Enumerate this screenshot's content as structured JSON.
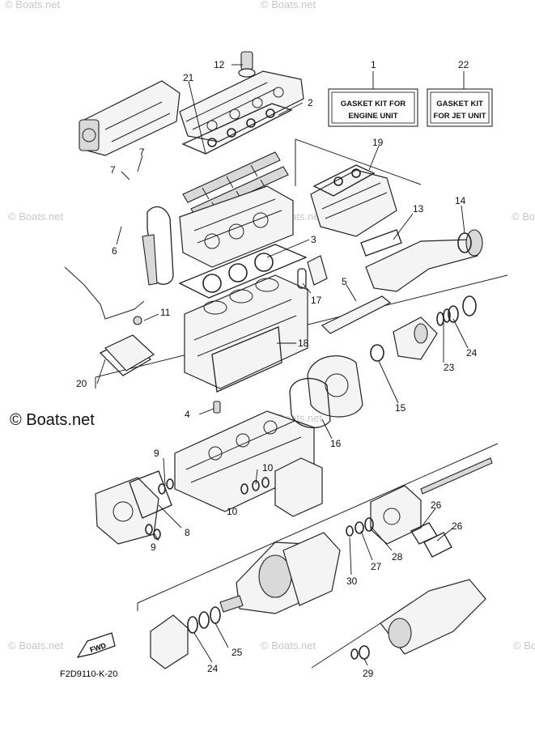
{
  "watermarks": [
    "© Boats.net",
    "© Boats.net",
    "© Boats.net",
    "© Boats.net",
    "© Boats.net",
    "© Boats.net",
    "© Boats.net",
    "© Boats.net",
    "© Boats.net"
  ],
  "main_watermark": "© Boats.net",
  "gasket_kits": {
    "engine": {
      "line1": "GASKET KIT FOR",
      "line2": "ENGINE UNIT"
    },
    "jet": {
      "line1": "GASKET KIT",
      "line2": "FOR JET UNIT"
    }
  },
  "callouts": {
    "c1": "1",
    "c22": "22",
    "c12": "12",
    "c21": "21",
    "c2": "2",
    "c7a": "7",
    "c7b": "7",
    "c19": "19",
    "c14": "14",
    "c13": "13",
    "c6": "6",
    "c3": "3",
    "c5": "5",
    "c17": "17",
    "c11": "11",
    "c18": "18",
    "c24a": "24",
    "c23": "23",
    "c20": "20",
    "c15": "15",
    "c4": "4",
    "c16": "16",
    "c9a": "9",
    "c10a": "10",
    "c10b": "10",
    "c8": "8",
    "c9b": "9",
    "c26a": "26",
    "c26b": "26",
    "c28": "28",
    "c27": "27",
    "c30": "30",
    "c25": "25",
    "c24b": "24",
    "c29": "29"
  },
  "fwd_label": "FWD",
  "diagram_code": "F2D9110-K-20"
}
